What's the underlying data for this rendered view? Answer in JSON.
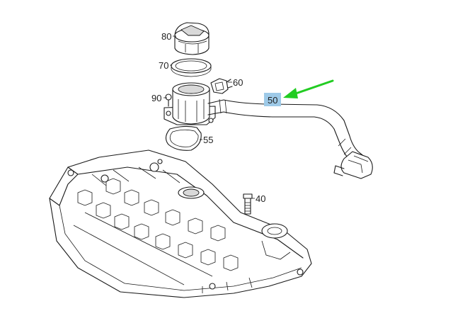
{
  "diagram": {
    "callouts": {
      "p80": "80",
      "p70": "70",
      "p90": "90",
      "p60": "60",
      "p55": "55",
      "p50": "50",
      "p40": "40"
    },
    "highlighted_callout": "50",
    "arrow_color": "#22cc22",
    "highlight_color": "#9ecae8"
  }
}
